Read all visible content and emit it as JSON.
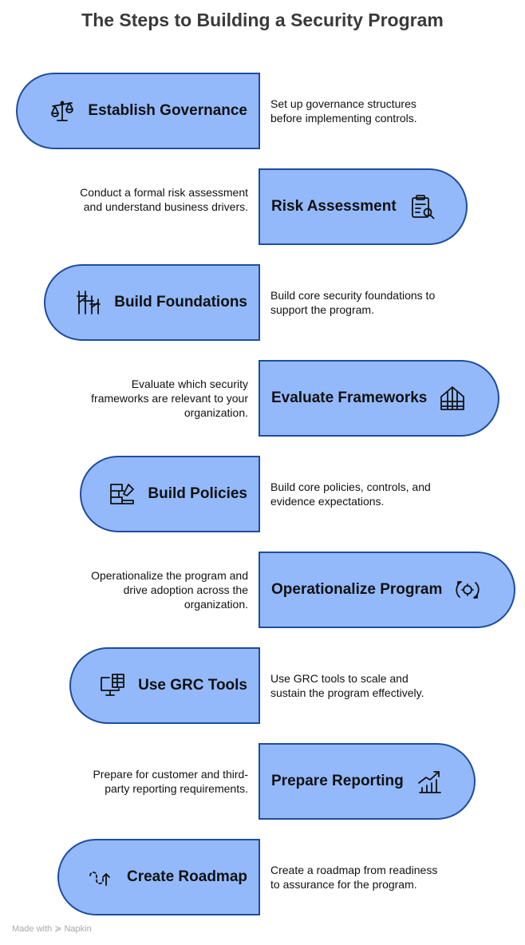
{
  "title": "The Steps to Building a Security Program",
  "colors": {
    "fill": "#93b9fb",
    "border": "#1f4d9c"
  },
  "steps": [
    {
      "label": "Establish Governance",
      "description": "Set up governance structures before implementing controls.",
      "icon": "scales-icon",
      "side": "left"
    },
    {
      "label": "Risk Assessment",
      "description": "Conduct a formal risk assessment and understand business drivers.",
      "icon": "clipboard-search-icon",
      "side": "right"
    },
    {
      "label": "Build Foundations",
      "description": "Build core security foundations to support the program.",
      "icon": "scaffolding-icon",
      "side": "left"
    },
    {
      "label": "Evaluate Frameworks",
      "description": "Evaluate which security frameworks are relevant to your organization.",
      "icon": "greenhouse-frame-icon",
      "side": "right"
    },
    {
      "label": "Build Policies",
      "description": "Build core policies, controls, and evidence expectations.",
      "icon": "brick-wall-trowel-icon",
      "side": "left"
    },
    {
      "label": "Operationalize Program",
      "description": "Operationalize the program and drive adoption across the organization.",
      "icon": "gear-cycle-icon",
      "side": "right"
    },
    {
      "label": "Use GRC Tools",
      "description": "Use GRC tools to scale and sustain the program effectively.",
      "icon": "monitor-spreadsheet-icon",
      "side": "left"
    },
    {
      "label": "Prepare Reporting",
      "description": "Prepare for customer and third-party reporting requirements.",
      "icon": "bar-chart-trend-icon",
      "side": "right"
    },
    {
      "label": "Create Roadmap",
      "description": "Create a roadmap from readiness to assurance for the program.",
      "icon": "path-arrow-icon",
      "side": "left"
    }
  ],
  "footer": "Made with ≽ Napkin"
}
